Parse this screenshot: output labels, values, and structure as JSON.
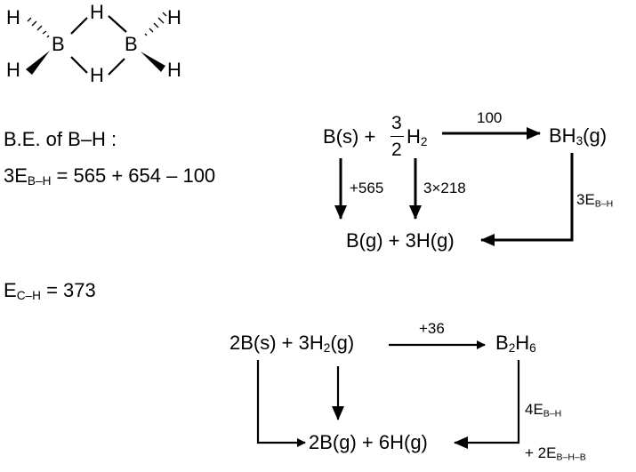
{
  "structure": {
    "atoms": {
      "h_tl": "H",
      "b_left": "B",
      "h_top": "H",
      "b_right": "B",
      "h_tr": "H",
      "h_bl": "H",
      "h_bottom": "H",
      "h_br": "H"
    }
  },
  "left": {
    "be_label": "B.E. of B–H :",
    "eq1": {
      "coef": "3E",
      "sub": "B–H",
      "rhs": " = 565 + 654 – 100"
    },
    "eq2": {
      "e": "E",
      "sub": "C–H",
      "rhs": " = 373"
    }
  },
  "cycle1": {
    "bs": "B(s) +",
    "frac_num": "3",
    "frac_den": "2",
    "h": "H",
    "h_sub": "2",
    "arrow_label": "100",
    "product": {
      "a": "BH",
      "sub": "3",
      "b": "(g)"
    },
    "down1_label": "+565",
    "down2_label": "3×218",
    "side_label": {
      "a": "3E",
      "sub": "B–H"
    },
    "bottom": "B(g) + 3H(g)"
  },
  "cycle2": {
    "reactants": {
      "a": "2B(s) + 3H",
      "sub": "2",
      "b": "(g)"
    },
    "arrow_label": "+36",
    "product": {
      "a": "B",
      "sub1": "2",
      "b": "H",
      "sub2": "6"
    },
    "bottom": "2B(g) + 6H(g)",
    "side_label1": {
      "a": "4E",
      "sub": "B–H"
    },
    "side_label2": {
      "a": "+ 2E",
      "sub": "B–H–B"
    }
  }
}
